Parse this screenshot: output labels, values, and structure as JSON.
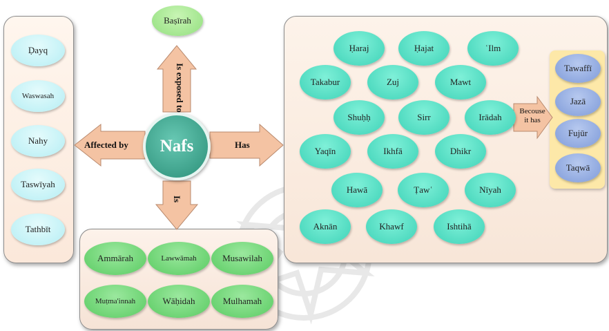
{
  "center": "Nafs",
  "top_node": "Baṣīrah",
  "arrows": {
    "top": "Is exposed to",
    "left": "Affected by",
    "right": "Has",
    "bottom": "Is",
    "because": "Becouse it has"
  },
  "affected_by": [
    "Ḍayq",
    "Waswasah",
    "Nahy",
    "Taswīyah",
    "Tathbīt"
  ],
  "is": [
    "Ammārah",
    "Lawwāmah",
    "Musawilah",
    "Muṭma'innah",
    "Wāḥidah",
    "Mulhamah"
  ],
  "has": [
    "Ḥaraj",
    "Ḥajat",
    "ʿIlm",
    "Takabur",
    "Zuj",
    "Mawt",
    "Shuḥḥ",
    "Sirr",
    "Irādah",
    "Yaqīn",
    "Ikhfā",
    "Dhikr",
    "Hawā",
    "Ṭawʿ",
    "Nīyah",
    "Aknān",
    "Khawf",
    "Ishtihā"
  ],
  "because_it_has": [
    "Tawaffī",
    "Jazā",
    "Fujūr",
    "Taqwā"
  ],
  "colors": {
    "arrow": "#f4c3a3",
    "center": "#2b8f78"
  }
}
